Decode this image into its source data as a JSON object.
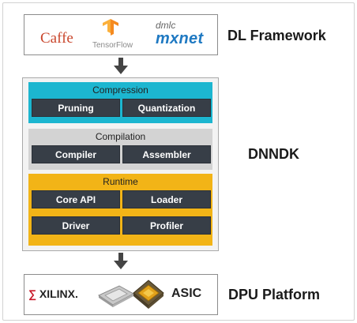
{
  "framework": {
    "logos": {
      "caffe": "Caffe",
      "tensorflow": "TensorFlow",
      "dmlc": "dmlc",
      "mxnet": "mxnet"
    },
    "label": "DL Framework"
  },
  "dnndk": {
    "label": "DNNDK",
    "layers": {
      "compression": {
        "title": "Compression",
        "buttons": [
          "Pruning",
          "Quantization"
        ],
        "color": "#1cb6d0"
      },
      "compilation": {
        "title": "Compilation",
        "buttons": [
          "Compiler",
          "Assembler"
        ],
        "color": "#d3d3d3"
      },
      "runtime": {
        "title": "Runtime",
        "buttons": [
          "Core API",
          "Loader",
          "Driver",
          "Profiler"
        ],
        "color": "#f2b417"
      }
    }
  },
  "platform": {
    "xilinx": "XILINX.",
    "asic": "ASIC",
    "label": "DPU Platform"
  },
  "icons": [
    "down-arrow-icon",
    "tensorflow-logo-icon",
    "xilinx-logo-icon",
    "fpga-chip-icon",
    "asic-chip-icon"
  ]
}
